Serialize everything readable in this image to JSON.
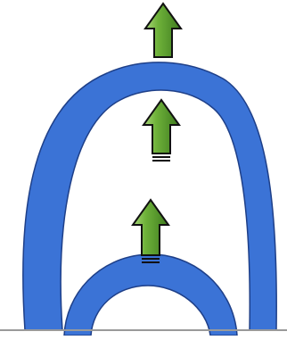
{
  "colors": {
    "background": "#ffffff",
    "loop_fill": "#3b73d6",
    "loop_outline": "#1e3f88",
    "arrow_fill": "#6fb23a",
    "arrow_dark": "#3d7a1e",
    "arrow_highlight": "#a9d67a",
    "arrow_outline": "#111111",
    "ground_line": "#9a9a9a"
  },
  "diagram": {
    "loops": [
      {
        "id": "outer-loop",
        "label": ""
      },
      {
        "id": "inner-loop",
        "label": ""
      }
    ],
    "arrows": [
      {
        "id": "top-arrow",
        "direction": "up",
        "label": ""
      },
      {
        "id": "middle-arrow",
        "direction": "up",
        "label": ""
      },
      {
        "id": "lower-arrow",
        "direction": "up",
        "label": ""
      }
    ]
  }
}
